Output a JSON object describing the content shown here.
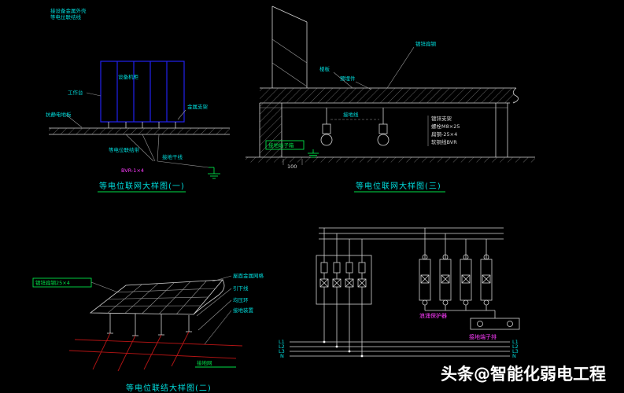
{
  "watermark": "头条@智能化弱电工程",
  "d1": {
    "title": "等电位联网大样图(一)",
    "note_top1": "接设备金属外壳",
    "note_top2": "等电位联结线",
    "label_equipment": "设备机柜",
    "label_worktop": "工作台",
    "label_floor": "抗静电地板",
    "label_bracket": "金属支架",
    "label_band": "等电位联结带",
    "label_trunk": "接地干线",
    "label_wire": "BVR-1×4"
  },
  "d3": {
    "title": "等电位联网大样图(三)",
    "label_steel": "镀锌扁钢",
    "label_slab": "楼板",
    "label_embed": "预埋件",
    "label_link": "接地线",
    "rows": [
      "镀锌支架",
      "螺栓M8×25",
      "扁钢-25×4",
      "软铜线BVR"
    ],
    "label_box": "接地端子箱",
    "dim_100": "100"
  },
  "d2": {
    "title": "等电位联结大样图(二)",
    "label_left": "镀锌扁钢25×4",
    "labels_right": [
      "屋面金属网格",
      "引下线",
      "均压环",
      "接地装置"
    ],
    "label_bottom": "接地网"
  },
  "circuit": {
    "bus_left": [
      "L1",
      "L2",
      "L3",
      "N"
    ],
    "bus_right": [
      "L1",
      "L2",
      "L3",
      "N"
    ],
    "label_spd": "浪涌保护器",
    "label_bar": "接地端子排"
  },
  "colors": {
    "background": "#000000",
    "line_white": "#d4d4d4",
    "cad_cyan": "#00dcdc",
    "cad_green": "#00e048",
    "cad_magenta": "#ff3cff",
    "cad_blue": "#2222ee",
    "cad_red": "#b41414"
  }
}
